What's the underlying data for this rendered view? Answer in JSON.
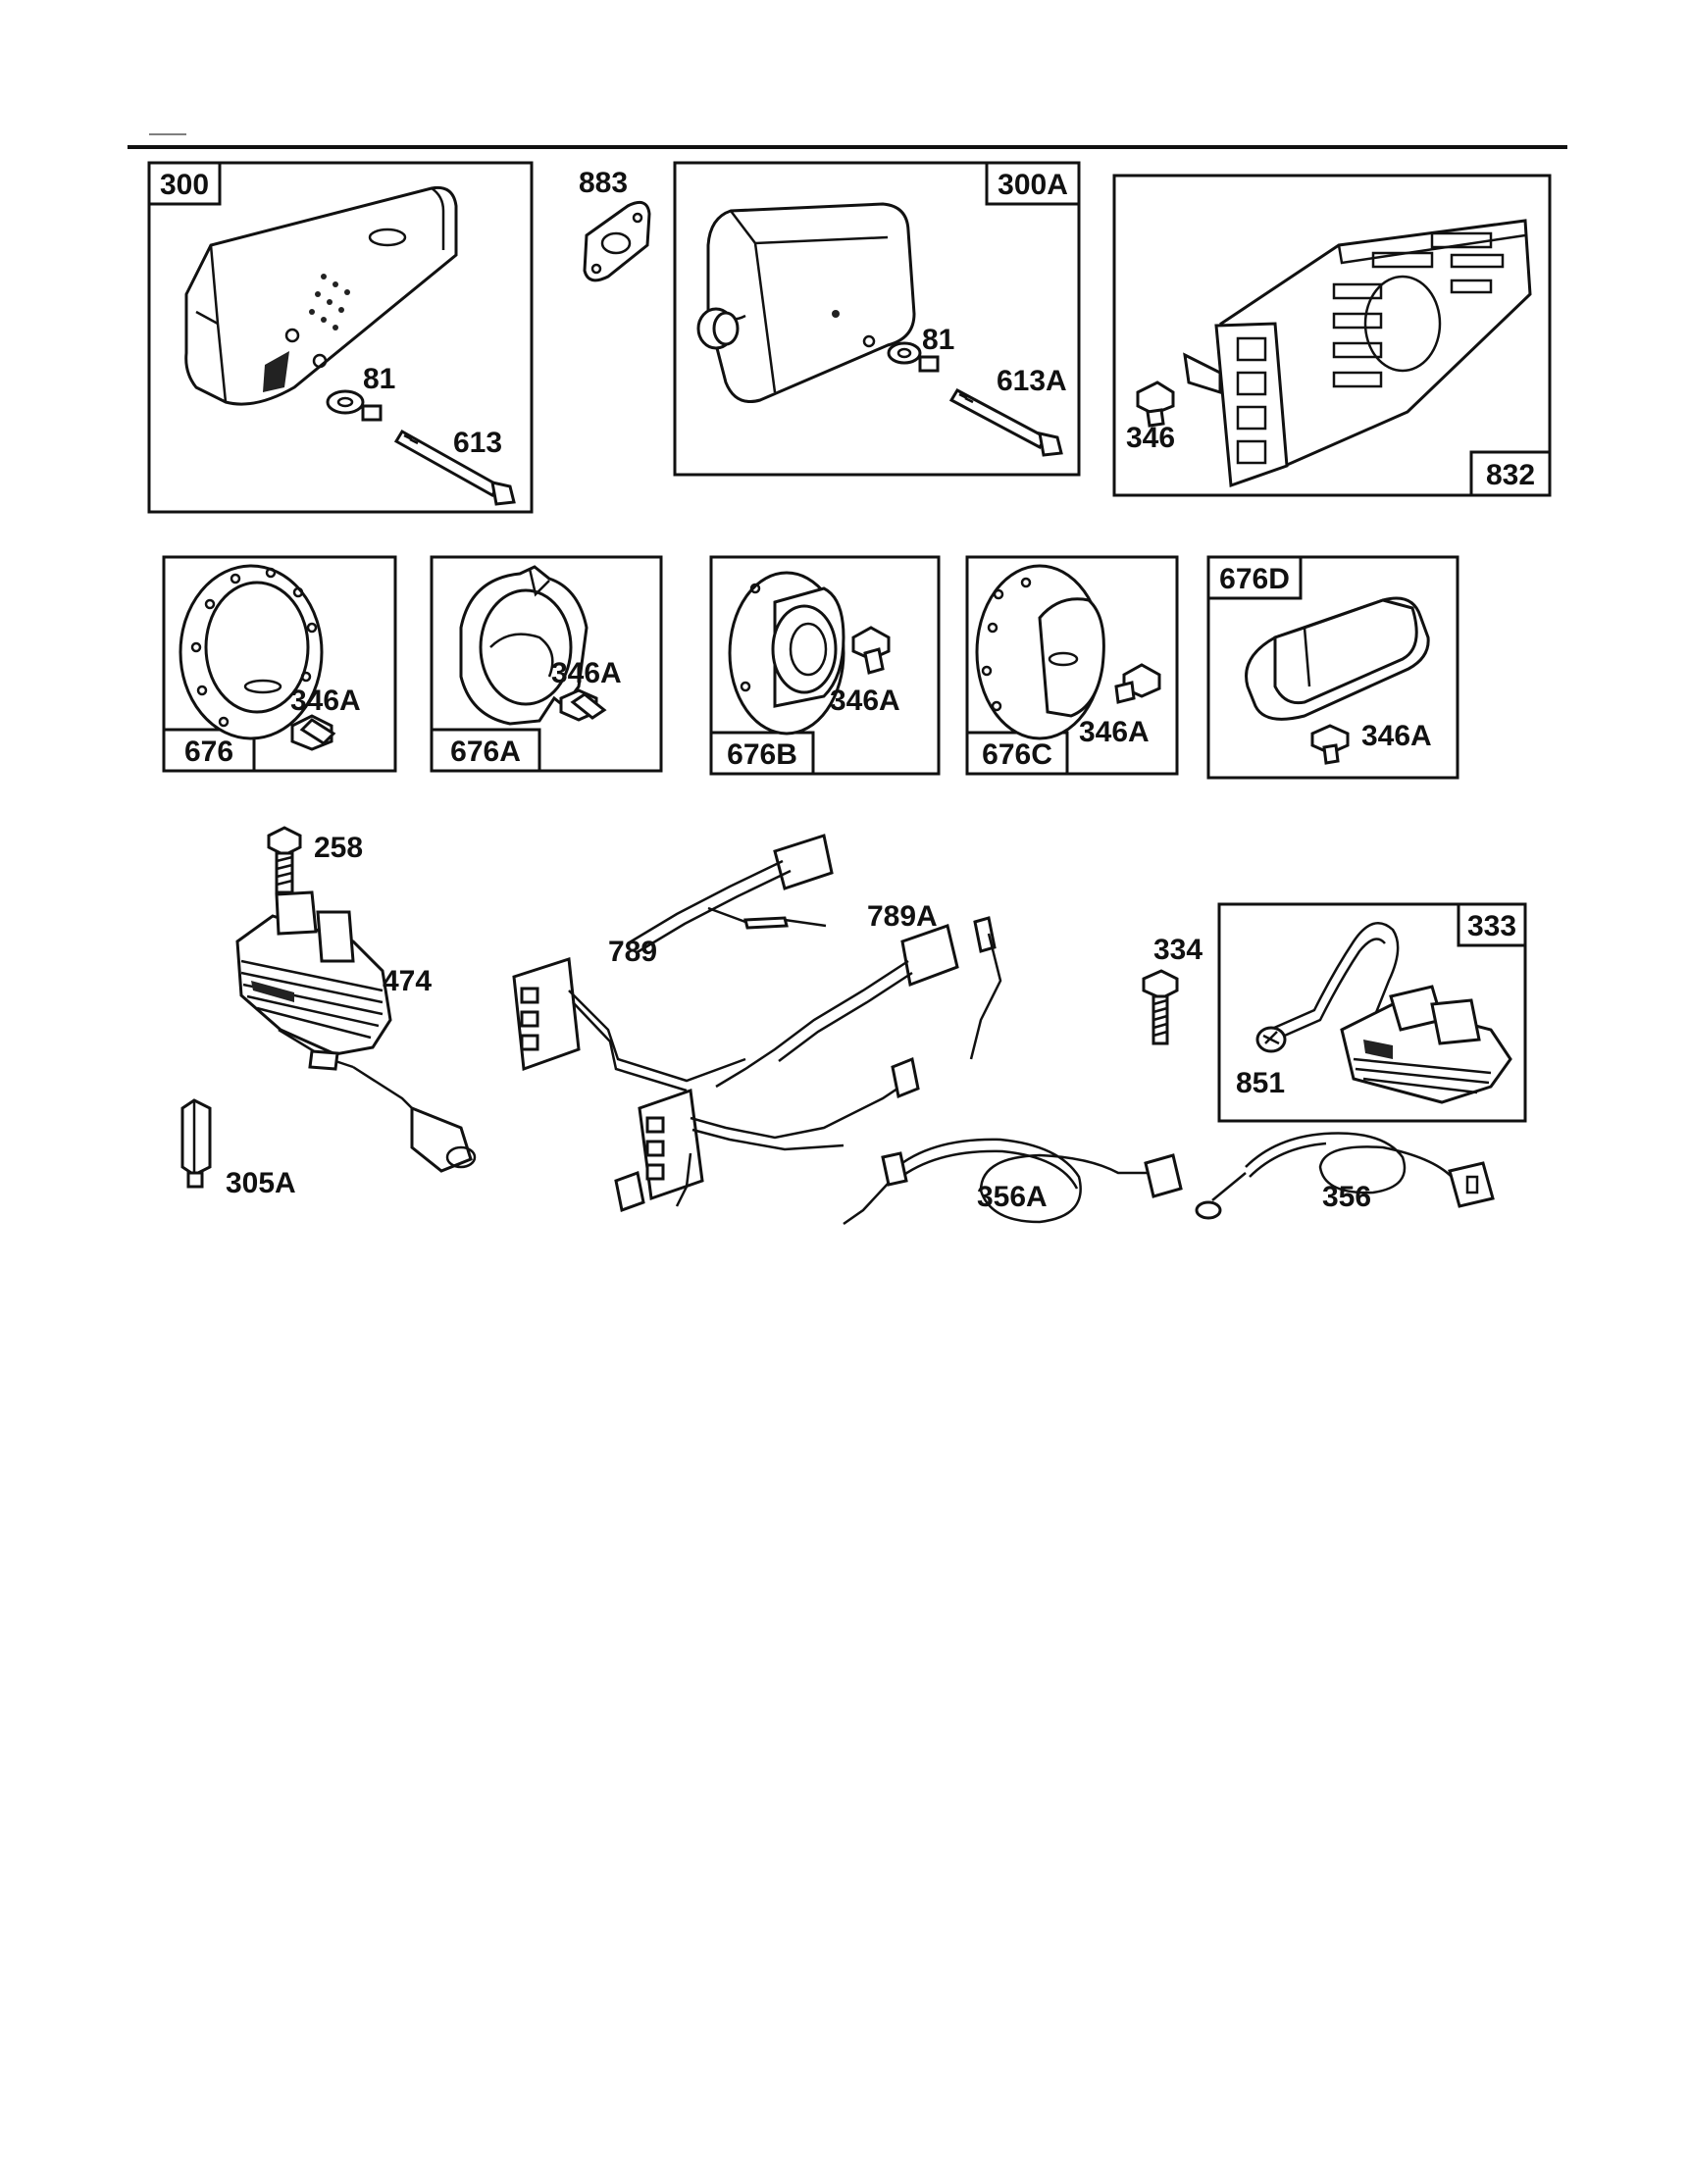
{
  "diagram": {
    "boxed_parts": [
      {
        "id": "box-300",
        "tag": "300",
        "callouts": [
          "81",
          "613"
        ]
      },
      {
        "id": "box-300a",
        "tag": "300A",
        "callouts": [
          "81",
          "613A"
        ]
      },
      {
        "id": "box-832",
        "tag": "832",
        "callouts": [
          "346"
        ]
      },
      {
        "id": "box-676",
        "tag": "676",
        "callouts": [
          "346A"
        ]
      },
      {
        "id": "box-676a",
        "tag": "676A",
        "callouts": [
          "346A"
        ]
      },
      {
        "id": "box-676b",
        "tag": "676B",
        "callouts": [
          "346A"
        ]
      },
      {
        "id": "box-676c",
        "tag": "676C",
        "callouts": [
          "346A"
        ]
      },
      {
        "id": "box-676d",
        "tag": "676D",
        "callouts": [
          "346A"
        ]
      },
      {
        "id": "box-333",
        "tag": "333",
        "callouts": [
          "851"
        ]
      }
    ],
    "loose_labels": [
      "883",
      "258",
      "474",
      "305A",
      "789",
      "789A",
      "334",
      "356A",
      "356"
    ]
  }
}
